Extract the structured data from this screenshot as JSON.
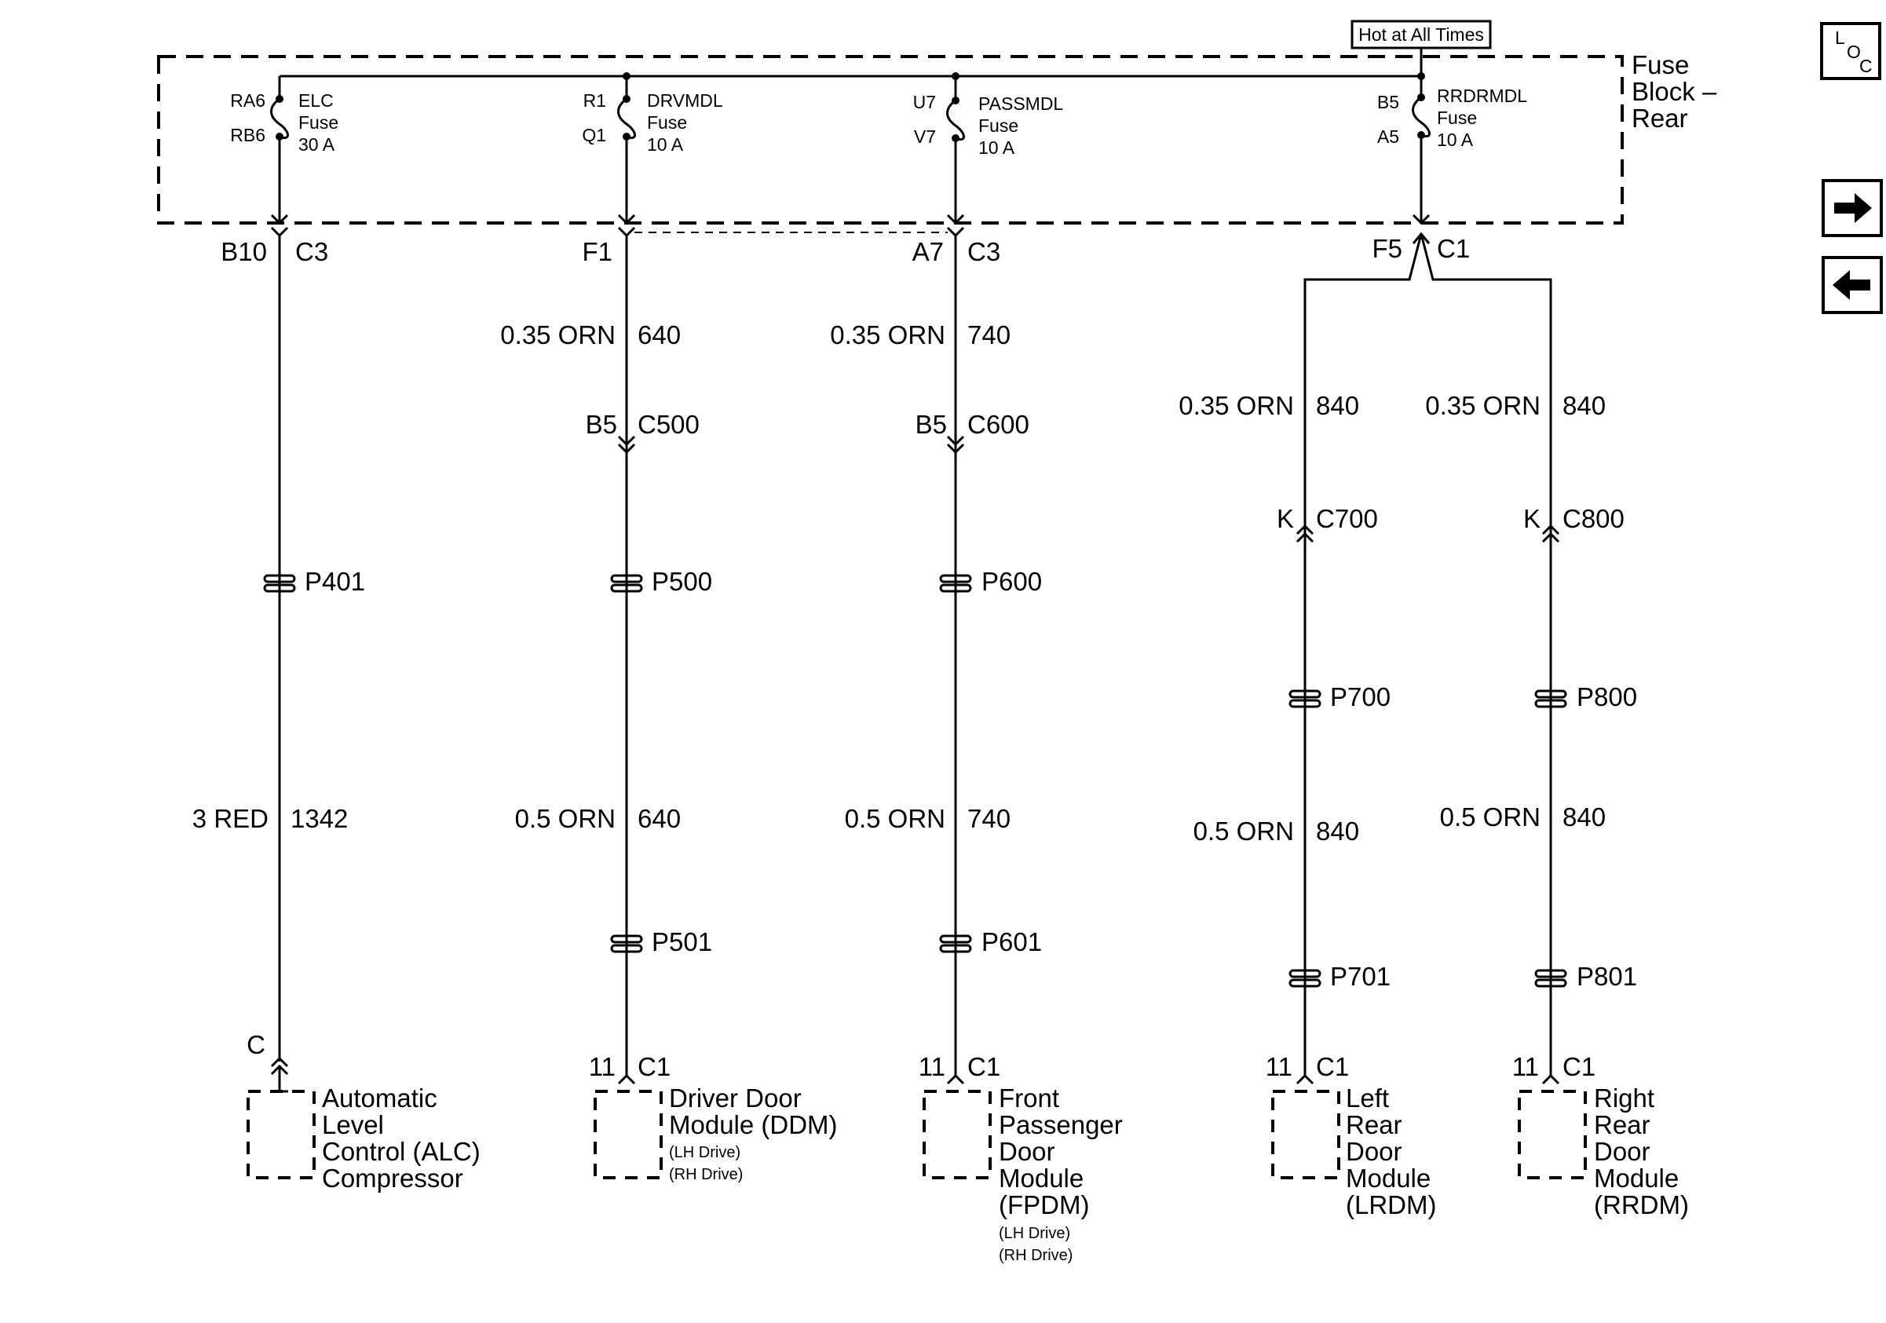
{
  "hot_label": "Hot at All Times",
  "fuse_block": {
    "line1": "Fuse",
    "line2": "Block –",
    "line3": "Rear"
  },
  "nav": {
    "loc_l": "L",
    "loc_o": "O",
    "loc_c": "C",
    "next_icon": "arrow-right-icon",
    "prev_icon": "arrow-left-icon"
  },
  "fuses": {
    "elc": {
      "top_pin": "RA6",
      "bot_pin": "RB6",
      "name": "ELC",
      "word": "Fuse",
      "rating": "30 A"
    },
    "drv": {
      "top_pin": "R1",
      "bot_pin": "Q1",
      "name": "DRVMDL",
      "word": "Fuse",
      "rating": "10 A"
    },
    "pass": {
      "top_pin": "U7",
      "bot_pin": "V7",
      "name": "PASSMDL",
      "word": "Fuse",
      "rating": "10 A"
    },
    "rr": {
      "top_pin": "B5",
      "bot_pin": "A5",
      "name": "RRDRMDL",
      "word": "Fuse",
      "rating": "10 A"
    }
  },
  "connectors": {
    "c1": {
      "pin": "B10",
      "name": "C3"
    },
    "c2": {
      "pin": "F1",
      "name": ""
    },
    "c3": {
      "pin": "A7",
      "name": "C3"
    },
    "c4": {
      "pin": "F5",
      "name": "C1"
    }
  },
  "inline": {
    "c500": {
      "pin": "B5",
      "name": "C500"
    },
    "c600": {
      "pin": "B5",
      "name": "C600"
    },
    "c700": {
      "pin": "K",
      "name": "C700"
    },
    "c800": {
      "pin": "K",
      "name": "C800"
    }
  },
  "wires": {
    "w640a": {
      "size": "0.35 ORN",
      "circuit": "640"
    },
    "w740a": {
      "size": "0.35 ORN",
      "circuit": "740"
    },
    "w840l": {
      "size": "0.35 ORN",
      "circuit": "840"
    },
    "w840r": {
      "size": "0.35 ORN",
      "circuit": "840"
    },
    "w1342": {
      "size": "3 RED",
      "circuit": "1342"
    },
    "w640b": {
      "size": "0.5 ORN",
      "circuit": "640"
    },
    "w740b": {
      "size": "0.5 ORN",
      "circuit": "740"
    },
    "w840lb": {
      "size": "0.5 ORN",
      "circuit": "840"
    },
    "w840rb": {
      "size": "0.5 ORN",
      "circuit": "840"
    }
  },
  "passthroughs": {
    "p401": "P401",
    "p500": "P500",
    "p600": "P600",
    "p700": "P700",
    "p800": "P800",
    "p501": "P501",
    "p601": "P601",
    "p701": "P701",
    "p801": "P801"
  },
  "terminals": {
    "alc": {
      "pin": "C",
      "conn": ""
    },
    "ddm": {
      "pin": "11",
      "conn": "C1"
    },
    "fpdm": {
      "pin": "11",
      "conn": "C1"
    },
    "lrdm": {
      "pin": "11",
      "conn": "C1"
    },
    "rrdm": {
      "pin": "11",
      "conn": "C1"
    }
  },
  "components": {
    "alc": {
      "l1": "Automatic",
      "l2": "Level",
      "l3": "Control (ALC)",
      "l4": "Compressor"
    },
    "ddm": {
      "l1": "Driver Door",
      "l2": "Module (DDM)",
      "l3": "(LH Drive)",
      "l4": "(RH Drive)"
    },
    "fpdm": {
      "l1": "Front",
      "l2": "Passenger",
      "l3": "Door",
      "l4": "Module",
      "l5": "(FPDM)",
      "l6": "(LH Drive)",
      "l7": "(RH Drive)"
    },
    "lrdm": {
      "l1": "Left",
      "l2": "Rear",
      "l3": "Door",
      "l4": "Module",
      "l5": "(LRDM)"
    },
    "rrdm": {
      "l1": "Right",
      "l2": "Rear",
      "l3": "Door",
      "l4": "Module",
      "l5": "(RRDM)"
    }
  }
}
